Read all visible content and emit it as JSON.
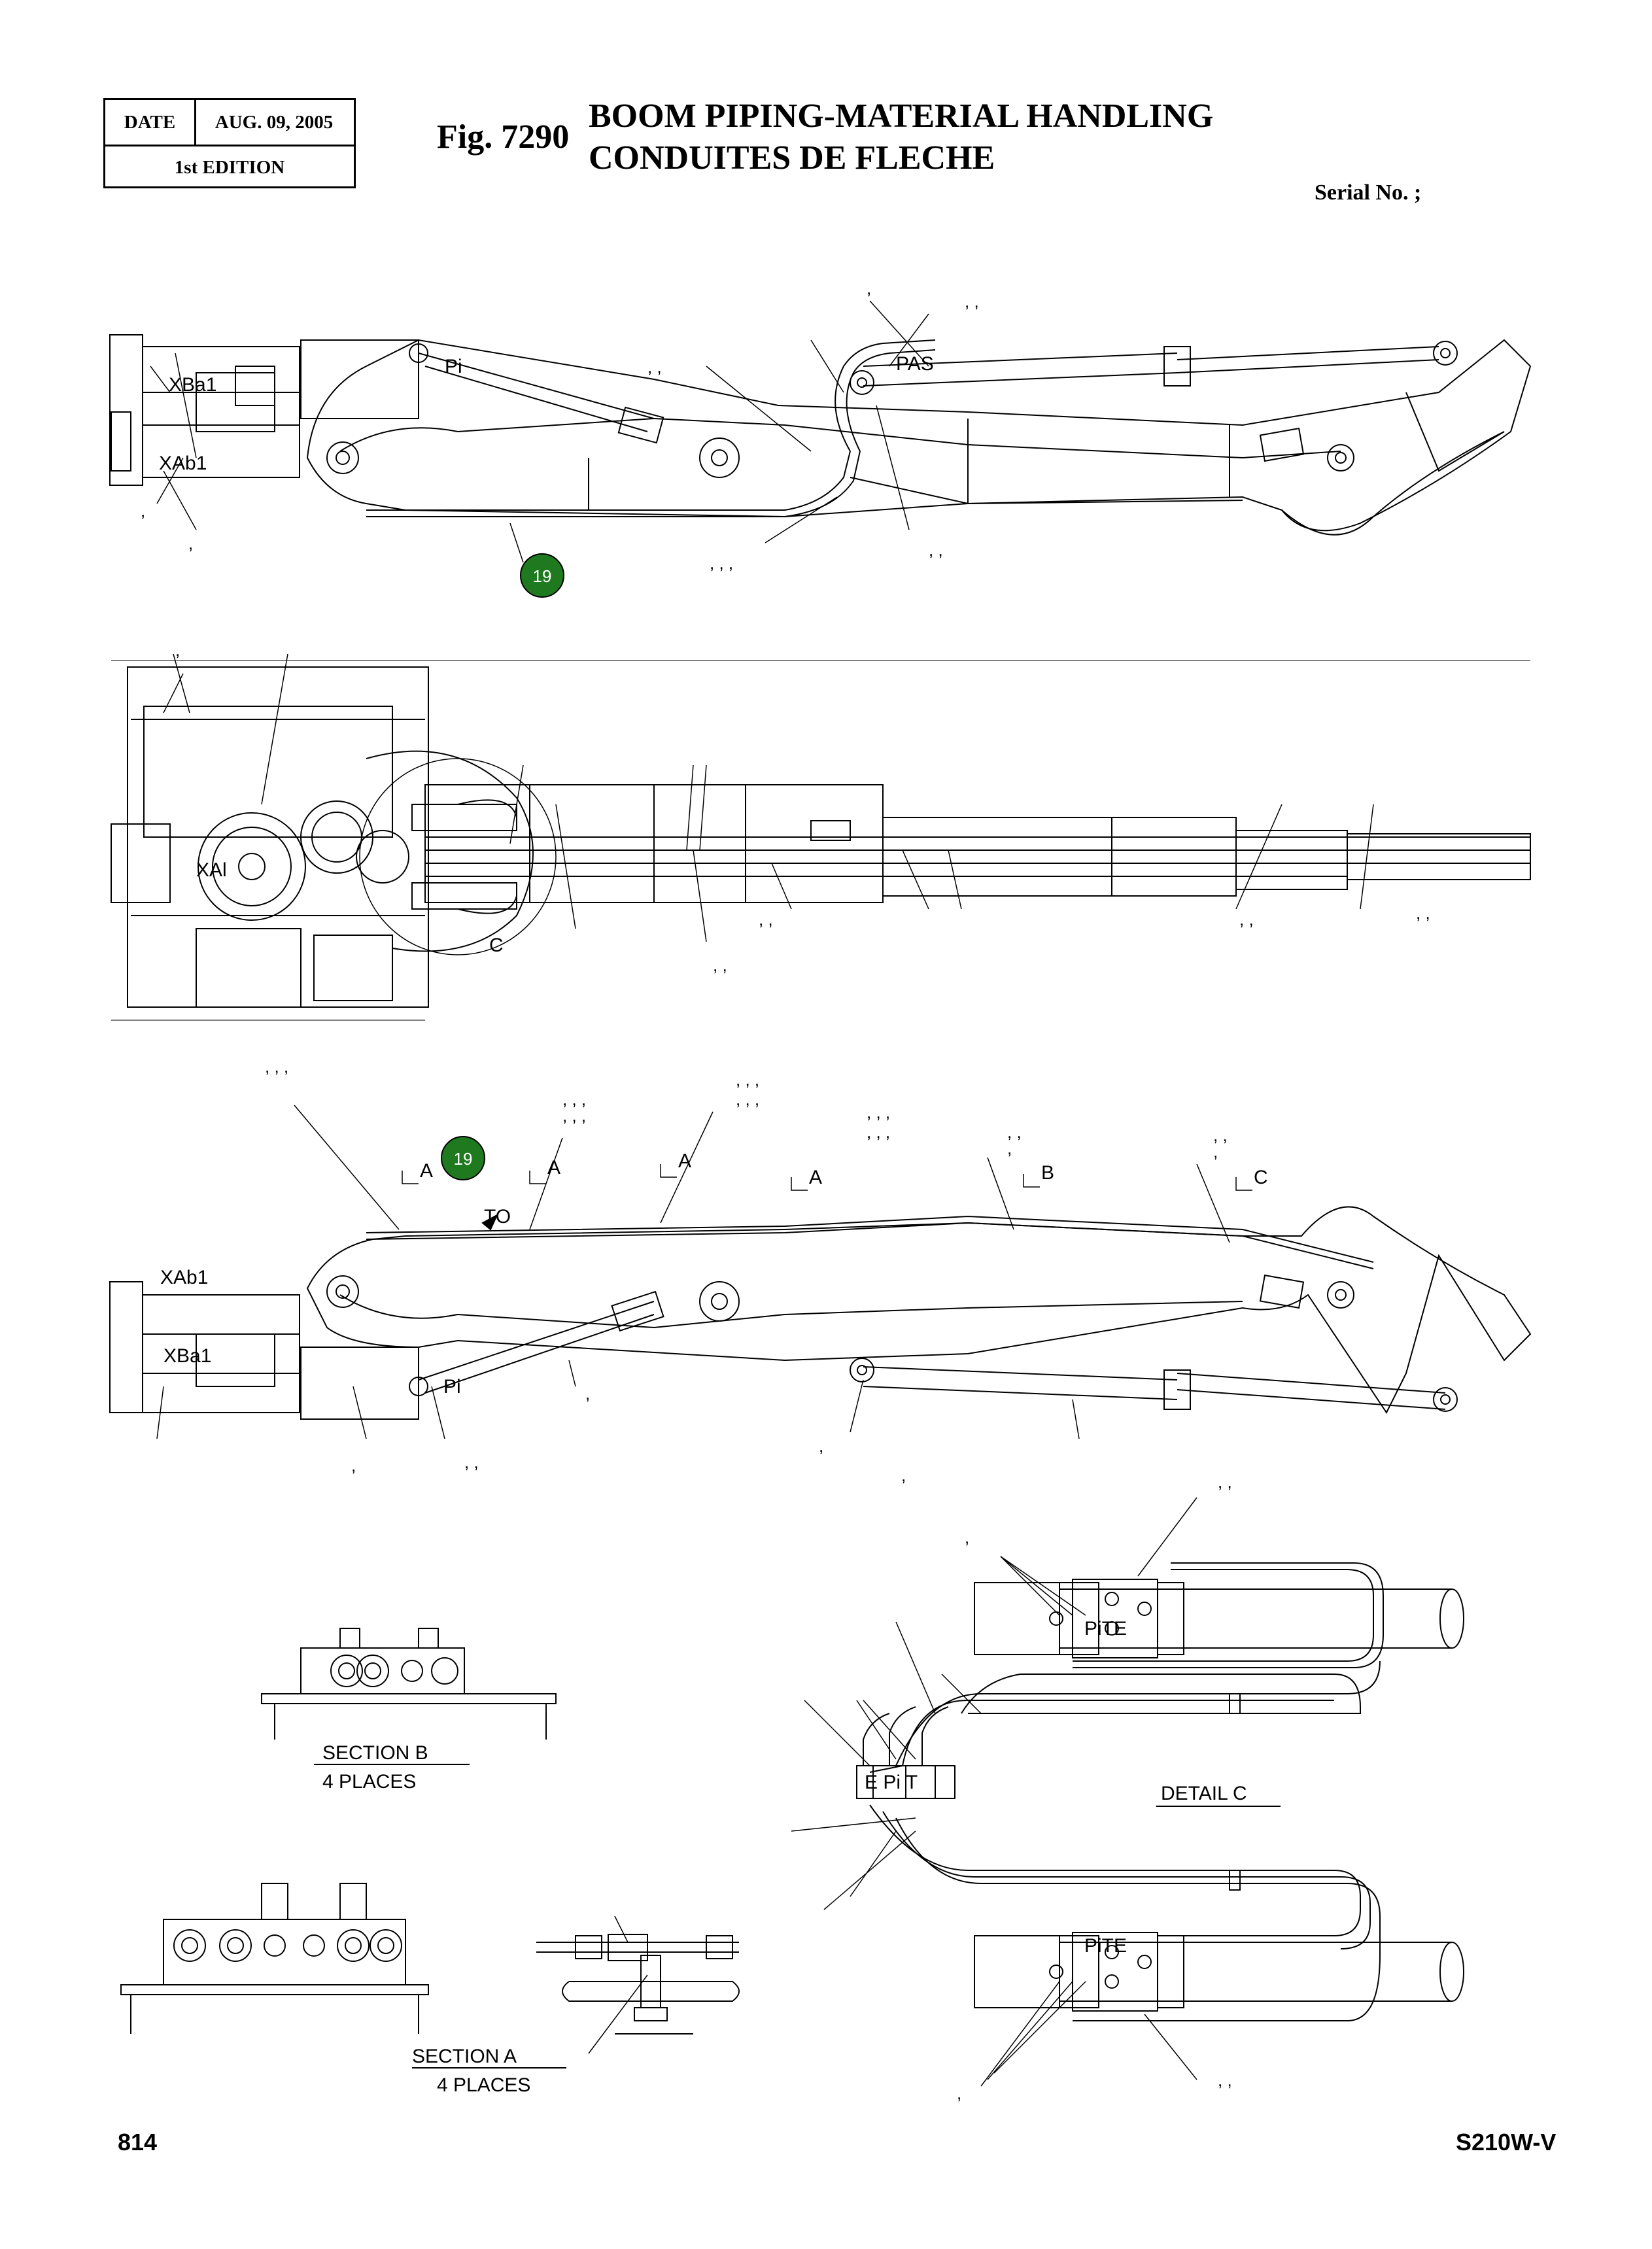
{
  "header": {
    "date_label": "DATE",
    "date_value": "AUG. 09, 2005",
    "edition": "1st EDITION",
    "fig_number": "Fig. 7290",
    "title_en": "BOOM PIPING-MATERIAL HANDLING",
    "title_fr": "CONDUITES DE FLECHE",
    "serial": "Serial No. ;"
  },
  "callouts": {
    "item_19": "19"
  },
  "labels": {
    "xba1": "XBa1",
    "xab1": "XAb1",
    "xal": "XAl",
    "pas": "PAS",
    "c_ref": "C",
    "to": "TO",
    "a": "A",
    "b": "B",
    "c": "C",
    "pi": "Pi",
    "pite": "PiTE",
    "epit": "E  Pi  T",
    "comma": ",",
    "double_comma": ",  ,",
    "triple_comma": ",   ,   ,"
  },
  "sections": {
    "section_b": "SECTION    B",
    "section_b_places": "4 PLACES",
    "section_a": "SECTION     A",
    "section_a_places": "4 PLACES",
    "detail_c": "DETAIL  C"
  },
  "footer": {
    "page": "814",
    "model": "S210W-V"
  },
  "colors": {
    "callout_fill": "#1f7a1f",
    "line": "#000000"
  }
}
